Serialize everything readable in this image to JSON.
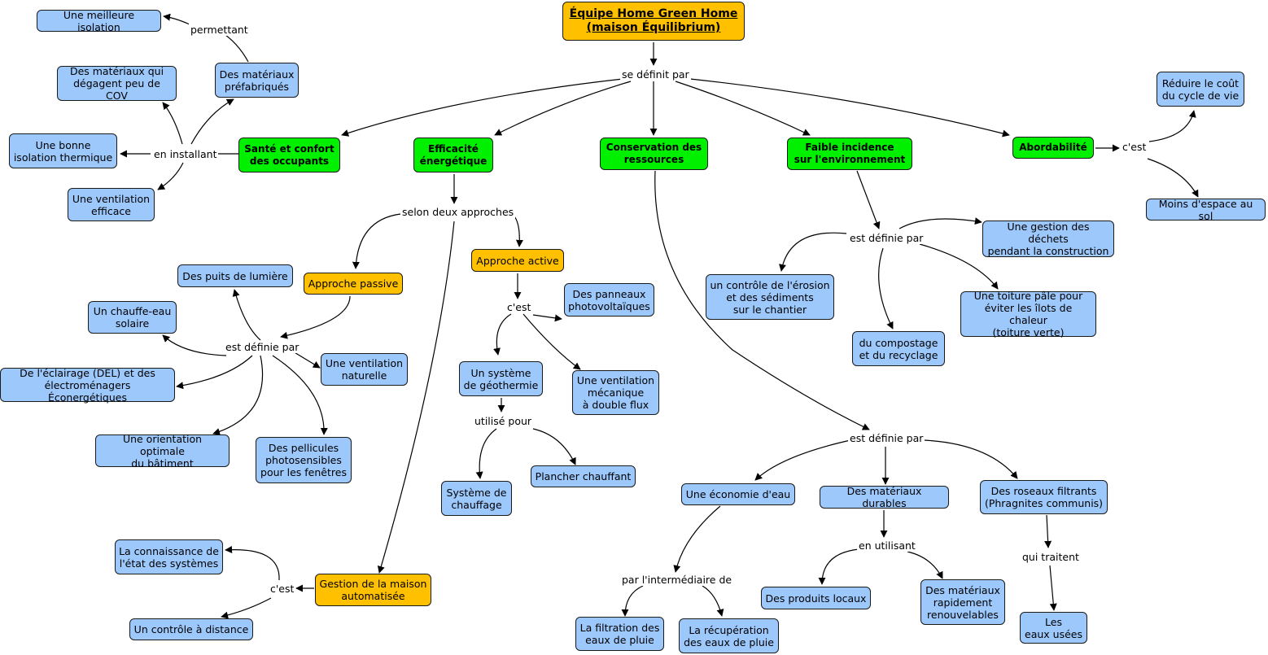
{
  "title": "Équipe Home Green Home\n(maison Équilibrium)",
  "colors": {
    "concept_fill": "#9dc8fb",
    "pillar_fill": "#00f000",
    "approach_fill": "#ffc000",
    "line": "#1a1a1a"
  },
  "nodes": {
    "sante": "Santé et confort\ndes occupants",
    "efficacite": "Efficacité\nénergétique",
    "conservation": "Conservation des\nressources",
    "incidence": "Faible incidence\nsur l'environnement",
    "abordabilite": "Abordabilité",
    "meilleure_isolation": "Une meilleure isolation",
    "prefabriques": "Des matériaux\npréfabriqués",
    "cov": "Des matériaux qui\ndégagent peu de COV",
    "isolation_thermique": "Une bonne\nisolation thermique",
    "ventilation_efficace": "Une ventilation\nefficace",
    "approche_passive": "Approche passive",
    "approche_active": "Approche active",
    "puits_lumiere": "Des puits de lumière",
    "chauffe_eau": "Un chauffe-eau\nsolaire",
    "ventilation_naturelle": "Une ventilation\nnaturelle",
    "eclairage_del": "De l'éclairage (DEL) et des\nélectroménagers Éconergétiques",
    "orientation": "Une orientation optimale\ndu bâtiment",
    "pellicules": "Des pellicules\nphotosensibles\npour les fenêtres",
    "panneaux": "Des panneaux\nphotovoltaïques",
    "geothermie": "Un système\nde géothermie",
    "ventilation_mecanique": "Une ventilation\nmécanique\nà double flux",
    "systeme_chauffage": "Système de\nchauffage",
    "plancher": "Plancher chauffant",
    "gestion_maison": "Gestion de la maison\nautomatisée",
    "connaissance": "La connaissance de\nl'état des systèmes",
    "controle_distance": "Un contrôle à distance",
    "economie_eau": "Une économie d'eau",
    "materiaux_durables": "Des matériaux durables",
    "roseaux": "Des roseaux filtrants\n(Phragnites communis)",
    "filtration": "La filtration des\neaux de pluie",
    "recuperation": "La récupération\ndes eaux de pluie",
    "produits_locaux": "Des produits locaux",
    "renouvelables": "Des matériaux\nrapidement\nrenouvelables",
    "eaux_usees": "Les\neaux usées",
    "erosion": "un contrôle de l'érosion\net des sédiments\nsur le chantier",
    "compostage": "du compostage\net du recyclage",
    "dechets": "Une gestion des déchets\npendant la construction",
    "toiture": "Une toiture pâle pour\néviter les îlots de chaleur\n(toiture verte)",
    "cycle_vie": "Réduire le coût\ndu cycle de vie",
    "espace_sol": "Moins d'espace au sol"
  },
  "links": {
    "se_definit_par": "se définit par",
    "permettant": "permettant",
    "en_installant": "en installant",
    "selon_deux_approches": "selon deux approches",
    "est_definie_par_passive": "est définie par",
    "c_est_active": "c'est",
    "utilise_pour": "utilisé pour",
    "c_est_gestion": "c'est",
    "est_definie_par_conservation": "est définie par",
    "par_l_intermediaire_de": "par l'intermédiaire de",
    "en_utilisant": "en utilisant",
    "qui_traitent": "qui traitent",
    "est_definie_par_incidence": "est définie par",
    "c_est_abordabilite": "c'est"
  }
}
